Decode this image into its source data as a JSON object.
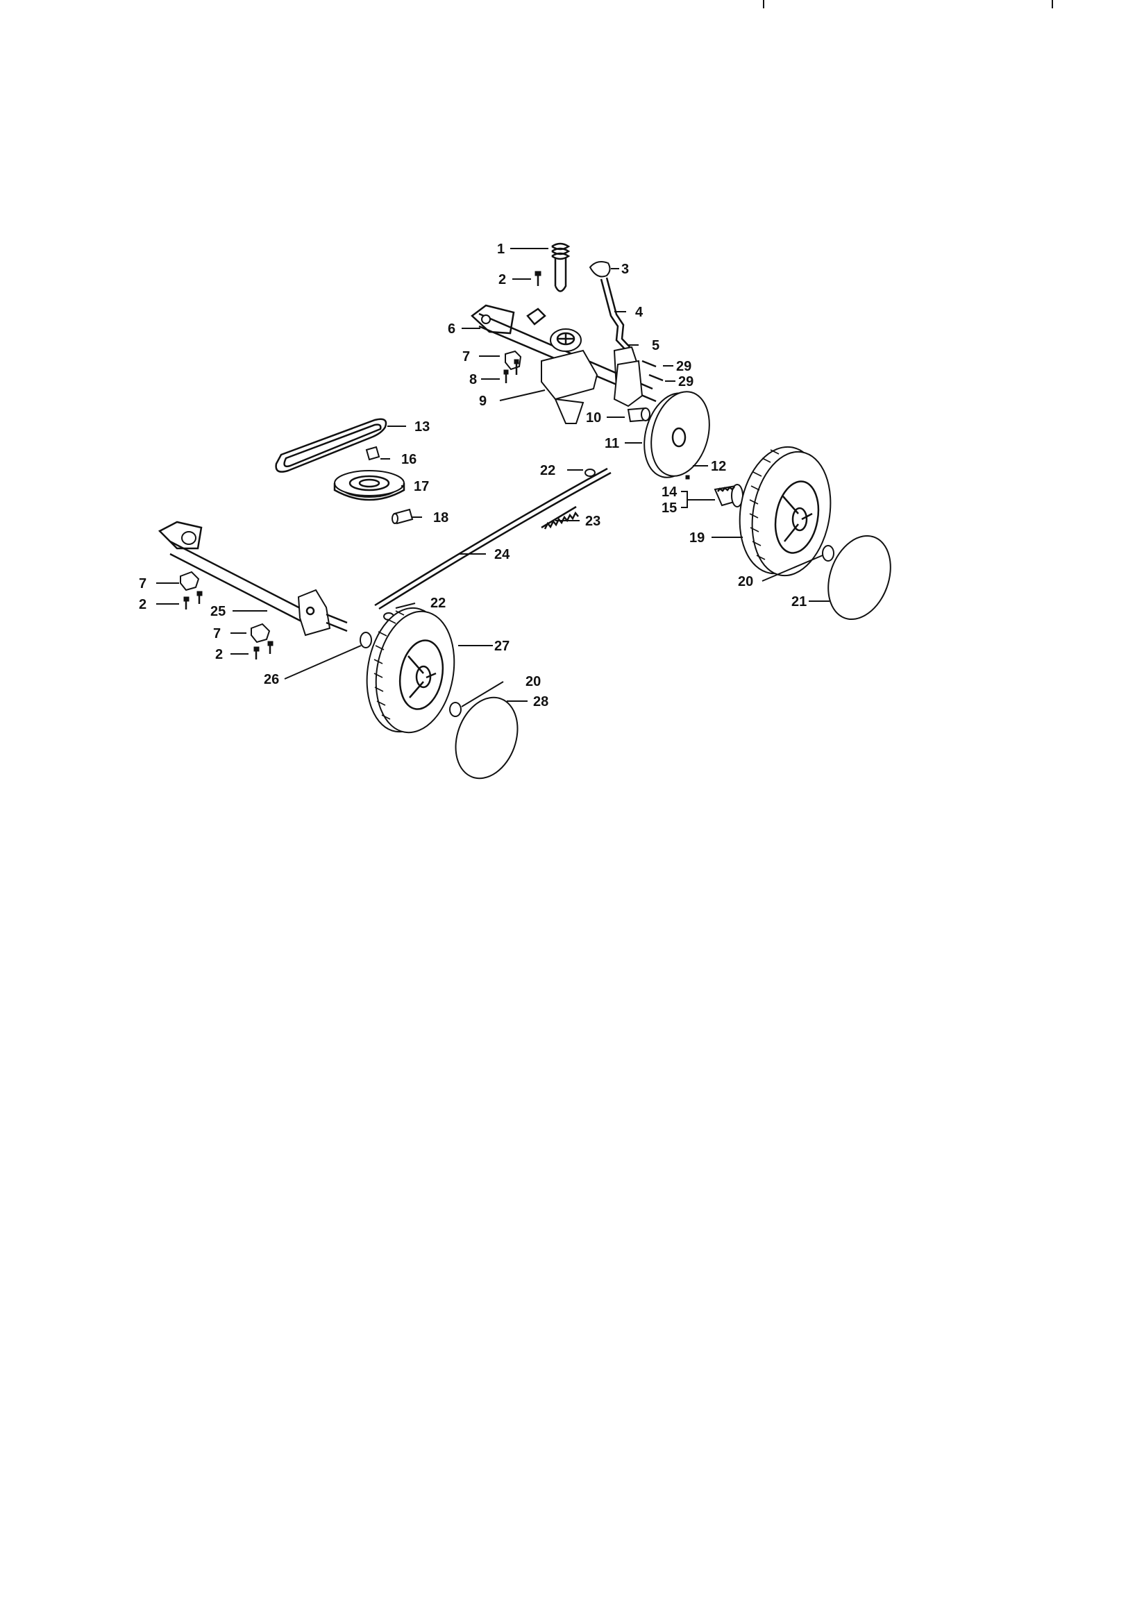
{
  "diagram": {
    "labels": {
      "p1": "1",
      "p2a": "2",
      "p2b": "2",
      "p2c": "2",
      "p3": "3",
      "p4": "4",
      "p5": "5",
      "p6": "6",
      "p7a": "7",
      "p7b": "7",
      "p7c": "7",
      "p8": "8",
      "p9": "9",
      "p10": "10",
      "p11": "11",
      "p12": "12",
      "p13": "13",
      "p14": "14",
      "p15": "15",
      "p16": "16",
      "p17": "17",
      "p18": "18",
      "p19": "19",
      "p20a": "20",
      "p20b": "20",
      "p21": "21",
      "p22a": "22",
      "p22b": "22",
      "p23": "23",
      "p24": "24",
      "p25": "25",
      "p26": "26",
      "p27": "27",
      "p28": "28",
      "p29a": "29",
      "p29b": "29"
    }
  }
}
